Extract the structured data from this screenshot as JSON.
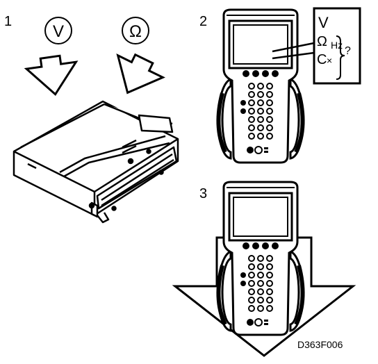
{
  "steps": {
    "s1": "1",
    "s2": "2",
    "s3": "3"
  },
  "symbols": {
    "volt": "V",
    "ohm": "Ω"
  },
  "callout": {
    "line1": "V",
    "line2": "Ω",
    "line2b": "Hz",
    "line3": "C",
    "question": "?"
  },
  "figure_code": "D363F006",
  "colors": {
    "ink": "#000000",
    "paper": "#ffffff"
  }
}
